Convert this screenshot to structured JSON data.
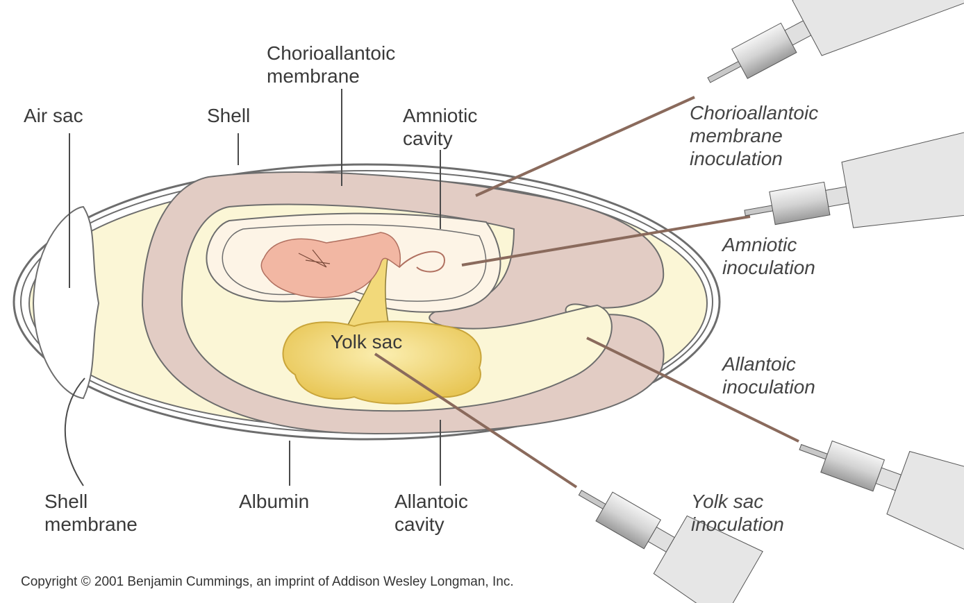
{
  "labels": {
    "air_sac": "Air sac",
    "shell": "Shell",
    "chorioallantoic_membrane": [
      "Chorioallantoic",
      "membrane"
    ],
    "amniotic_cavity": [
      "Amniotic",
      "cavity"
    ],
    "yolk_sac": "Yolk sac",
    "shell_membrane": [
      "Shell",
      "membrane"
    ],
    "albumin": "Albumin",
    "allantoic_cavity": [
      "Allantoic",
      "cavity"
    ]
  },
  "inoculations": {
    "chorioallantoic": [
      "Chorioallantoic",
      "membrane",
      "inoculation"
    ],
    "amniotic": [
      "Amniotic",
      "inoculation"
    ],
    "allantoic": [
      "Allantoic",
      "inoculation"
    ],
    "yolk_sac": [
      "Yolk sac",
      "inoculation"
    ]
  },
  "copyright": "Copyright © 2001 Benjamin Cummings, an imprint of Addison Wesley Longman, Inc.",
  "colors": {
    "shell_line": "#6d6d6d",
    "albumin": "#fbf6d6",
    "allantois": "#e2ccc4",
    "amnion_fill": "#fdf4e6",
    "embryo": "#f2b7a3",
    "yolk": "#f2d97a",
    "needle": "#8a6a5c",
    "syringe": "#d9d9d9"
  }
}
